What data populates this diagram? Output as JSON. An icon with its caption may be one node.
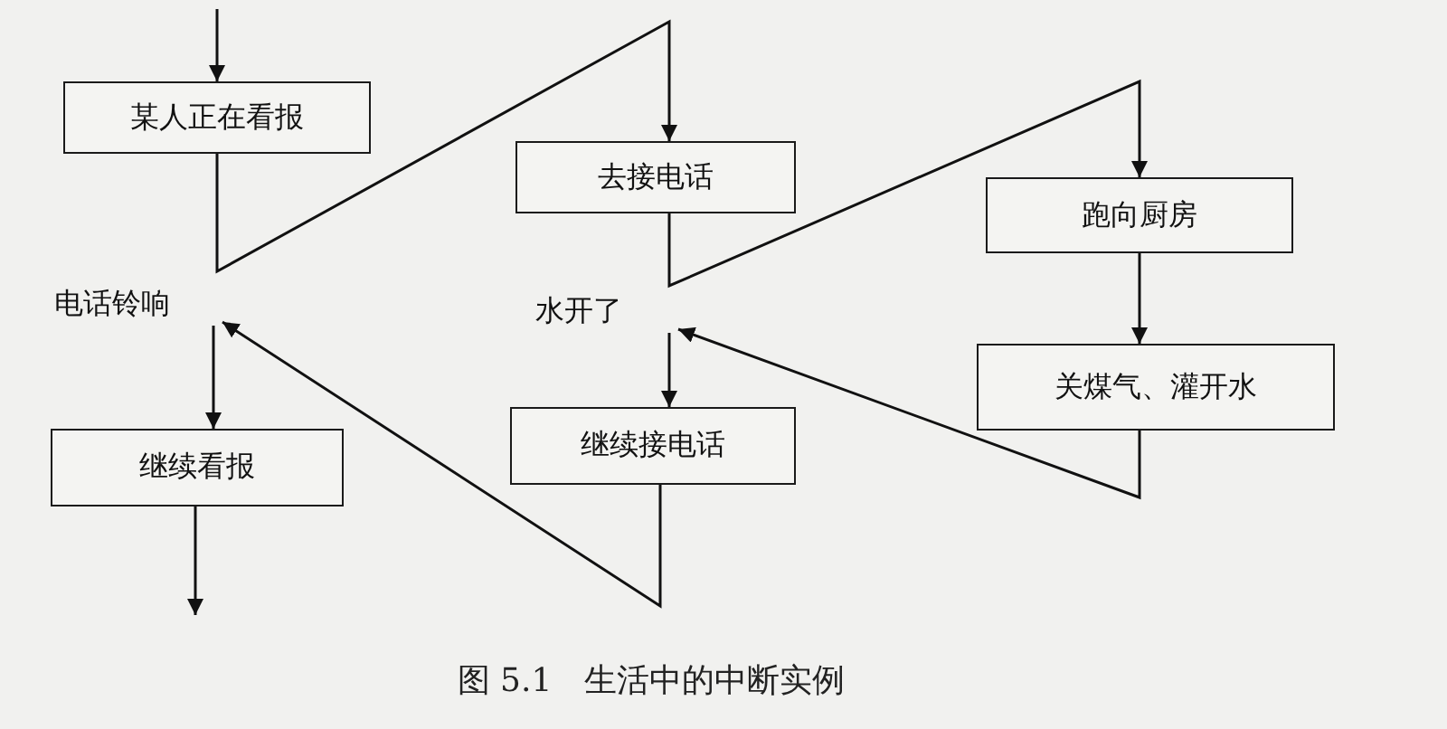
{
  "diagram": {
    "caption": "图 5.1　生活中的中断实例",
    "nodes": [
      {
        "text": [
          "某人正在看报"
        ]
      },
      {
        "text": [
          "去接电话"
        ]
      },
      {
        "text": [
          "跑向厨房"
        ]
      },
      {
        "text": [
          "关煤气、灌开水"
        ]
      },
      {
        "text": [
          "继续接电话"
        ]
      },
      {
        "text": [
          "继续看报"
        ]
      },
      {
        "text": [
          "电话铃响"
        ]
      },
      {
        "text": [
          "水开了"
        ]
      }
    ],
    "edges": [
      {
        "from": null,
        "to": 0,
        "arrow": "to"
      },
      {
        "from": 0,
        "to": 1,
        "arrow": "to"
      },
      {
        "from": 1,
        "to": 2,
        "arrow": "to"
      },
      {
        "from": 2,
        "to": 3,
        "arrow": "to"
      },
      {
        "from": 3,
        "to": 7,
        "arrow": "to"
      },
      {
        "from": 7,
        "to": 4,
        "arrow": "to"
      },
      {
        "from": 4,
        "to": 6,
        "arrow": "to"
      },
      {
        "from": 6,
        "to": 5,
        "arrow": "to"
      },
      {
        "from": 5,
        "to": null,
        "arrow": "to"
      }
    ]
  }
}
